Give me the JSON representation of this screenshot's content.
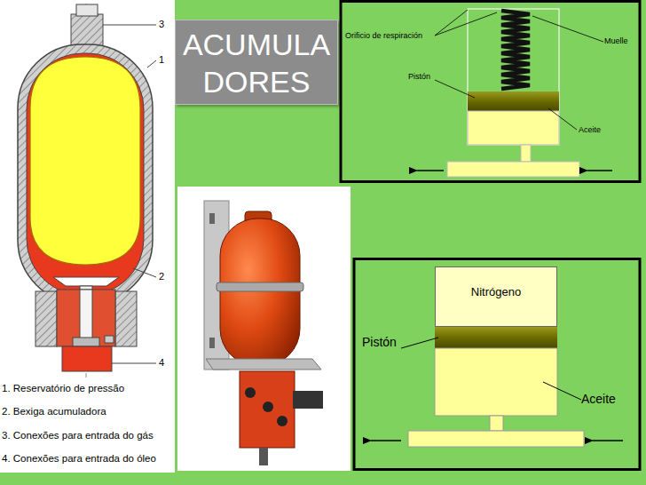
{
  "diagram": {
    "title": "ACUMULA DORES",
    "nodes": [
      {
        "text": [
          "Nitrógeno"
        ]
      }
    ],
    "labels": [
      "3",
      "1",
      "2",
      "4",
      "1. Reservatório de pressão",
      "2. Bexiga acumuladora",
      "3. Conexões para entrada do gás",
      "4. Conexões para entrada do óleo",
      "Orificio de respiración",
      "Muelle",
      "Pistón",
      "Aceite",
      "Pistón",
      "Aceite"
    ]
  }
}
